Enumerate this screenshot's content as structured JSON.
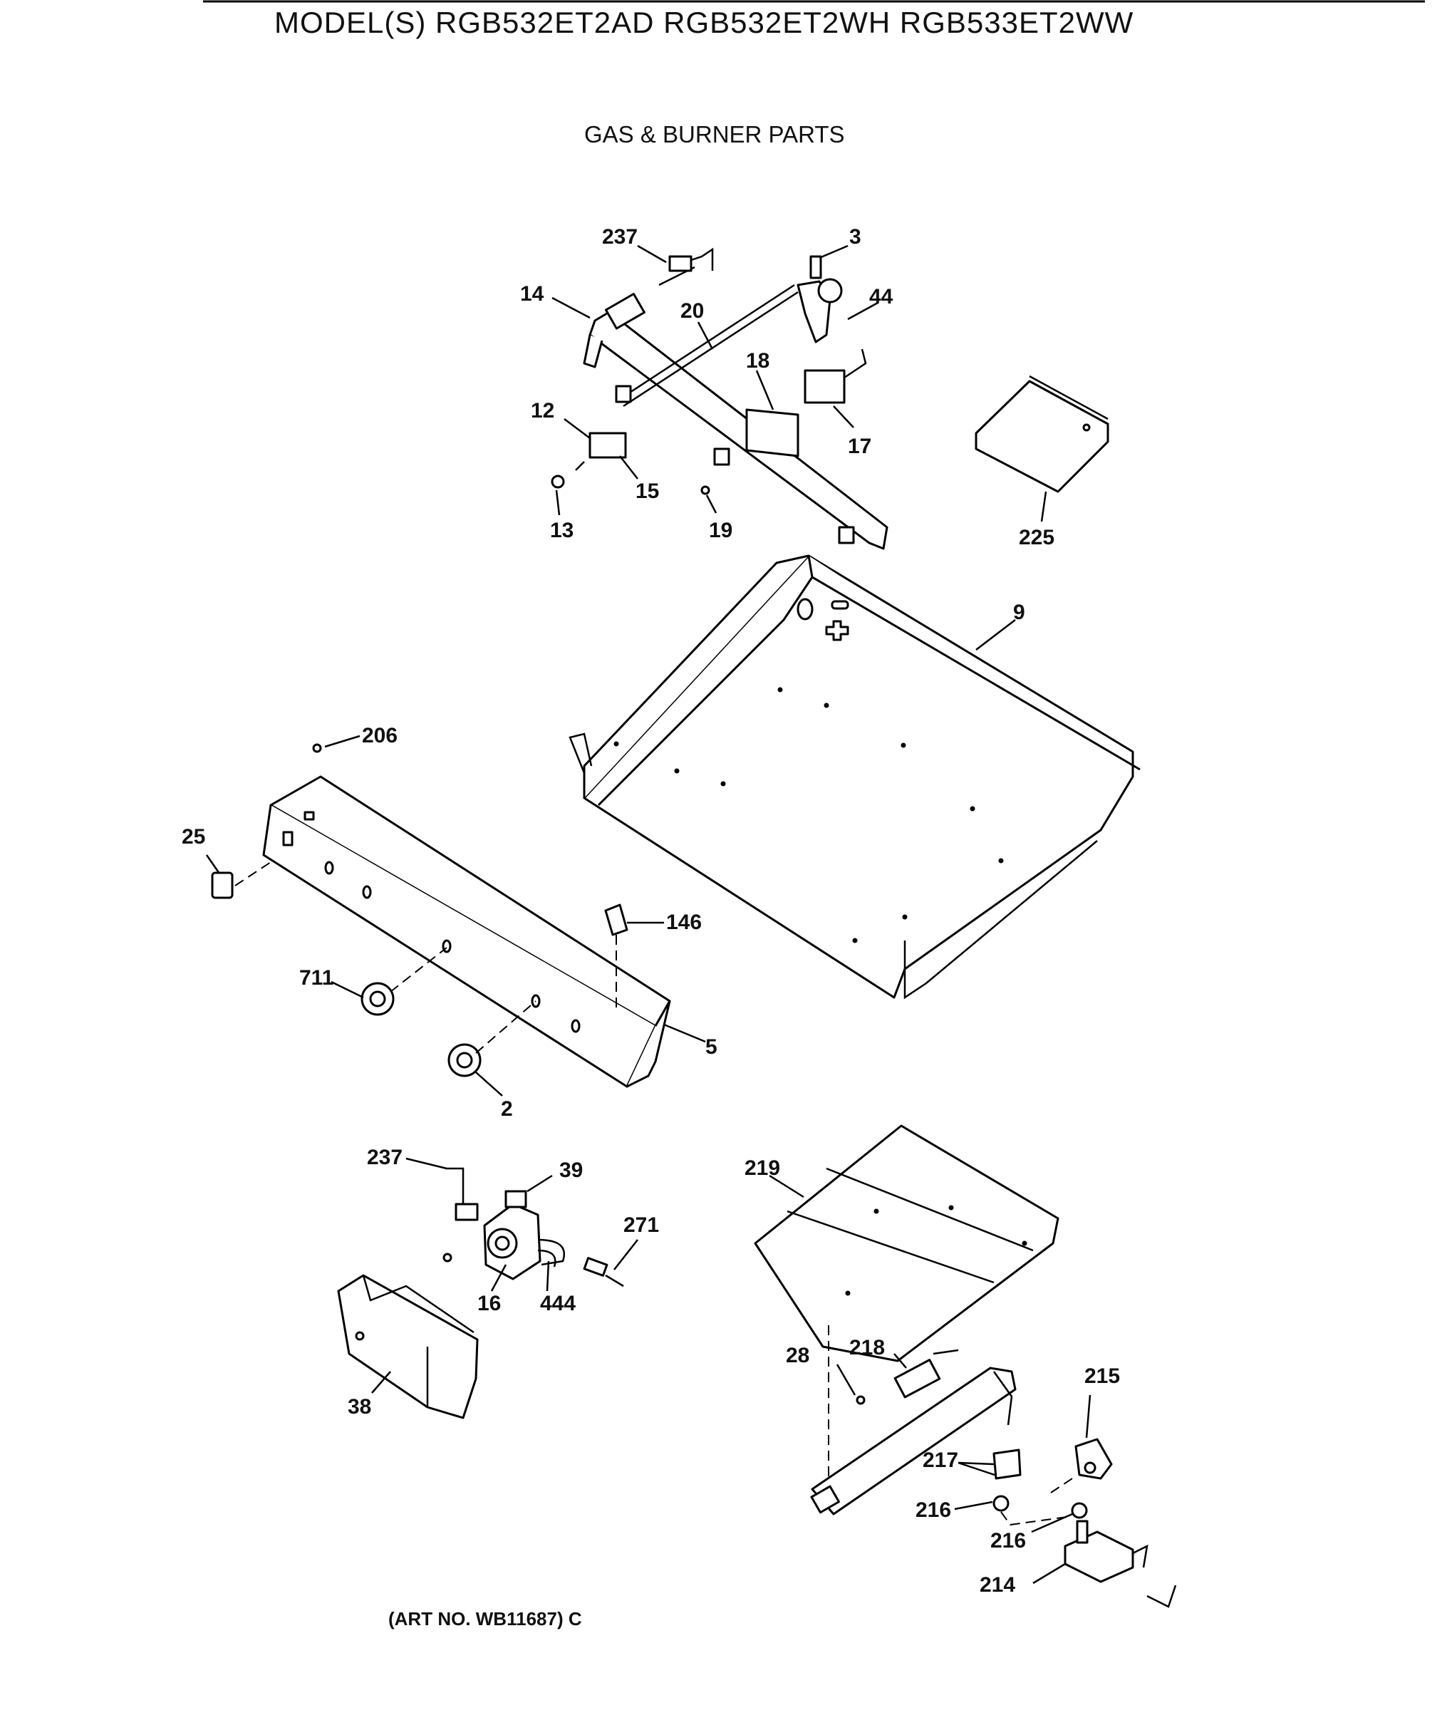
{
  "header": {
    "title": "MODEL(S) RGB532ET2AD  RGB532ET2WH  RGB533ET2WW",
    "section_title": "GAS & BURNER PARTS"
  },
  "footer": {
    "art_number": "(ART NO. WB11687) C"
  },
  "callouts": [
    {
      "id": "c237a",
      "text": "237"
    },
    {
      "id": "c3",
      "text": "3"
    },
    {
      "id": "c14",
      "text": "14"
    },
    {
      "id": "c20",
      "text": "20"
    },
    {
      "id": "c44",
      "text": "44"
    },
    {
      "id": "c18",
      "text": "18"
    },
    {
      "id": "c12",
      "text": "12"
    },
    {
      "id": "c17",
      "text": "17"
    },
    {
      "id": "c15",
      "text": "15"
    },
    {
      "id": "c13",
      "text": "13"
    },
    {
      "id": "c19",
      "text": "19"
    },
    {
      "id": "c225",
      "text": "225"
    },
    {
      "id": "c9",
      "text": "9"
    },
    {
      "id": "c206",
      "text": "206"
    },
    {
      "id": "c25",
      "text": "25"
    },
    {
      "id": "c146",
      "text": "146"
    },
    {
      "id": "c711",
      "text": "711"
    },
    {
      "id": "c5",
      "text": "5"
    },
    {
      "id": "c2",
      "text": "2"
    },
    {
      "id": "c237b",
      "text": "237"
    },
    {
      "id": "c39",
      "text": "39"
    },
    {
      "id": "c219",
      "text": "219"
    },
    {
      "id": "c271",
      "text": "271"
    },
    {
      "id": "c16",
      "text": "16"
    },
    {
      "id": "c444",
      "text": "444"
    },
    {
      "id": "c38",
      "text": "38"
    },
    {
      "id": "c28",
      "text": "28"
    },
    {
      "id": "c218",
      "text": "218"
    },
    {
      "id": "c215",
      "text": "215"
    },
    {
      "id": "c217",
      "text": "217"
    },
    {
      "id": "c216a",
      "text": "216"
    },
    {
      "id": "c216b",
      "text": "216"
    },
    {
      "id": "c214",
      "text": "214"
    }
  ]
}
